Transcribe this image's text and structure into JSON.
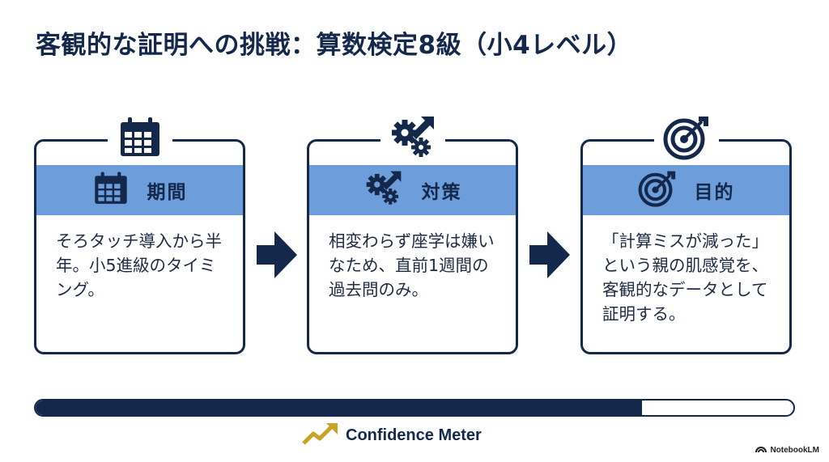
{
  "title": "客観的な証明への挑戦：算数検定8級（小4レベル）",
  "cards": [
    {
      "icon": "calendar-icon",
      "label": "期間",
      "body": "そろタッチ導入から半年。小5進級のタイミング。"
    },
    {
      "icon": "gears-arrow-icon",
      "label": "対策",
      "body": "相変わらず座学は嫌いなため、直前1週間の過去問のみ。"
    },
    {
      "icon": "target-icon",
      "label": "目的",
      "body": "「計算ミスが減った」という親の肌感覚を、客観的なデータとして証明する。"
    }
  ],
  "meter": {
    "label": "Confidence Meter",
    "fill_percent": 80,
    "icon": "trend-up-icon"
  },
  "watermark": "NotebookLM",
  "colors": {
    "navy": "#14284b",
    "band": "#6d9edb",
    "gold": "#c9a227"
  }
}
